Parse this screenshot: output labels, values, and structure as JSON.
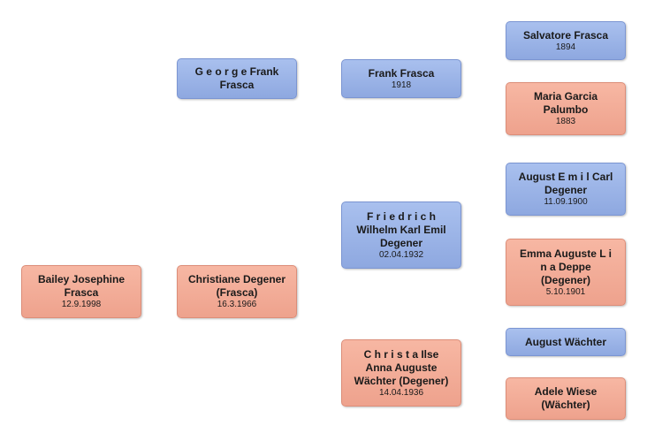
{
  "colors": {
    "male": "#98b1e6",
    "female": "#f2ab96"
  },
  "nodes": [
    {
      "id": "bailey",
      "name": "Bailey Josephine\nFrasca",
      "date": "12.9.1998",
      "sex": "female"
    },
    {
      "id": "christiane",
      "name": "Christiane Degener\n(Frasca)",
      "date": "16.3.1966",
      "sex": "female"
    },
    {
      "id": "george",
      "name": "G e o r g e Frank\nFrasca",
      "date": "",
      "sex": "male"
    },
    {
      "id": "frank",
      "name": "Frank Frasca",
      "date": "1918",
      "sex": "male"
    },
    {
      "id": "friedrich",
      "name": "F r i e d r i c h\nWilhelm Karl Emil\nDegener",
      "date": "02.04.1932",
      "sex": "male"
    },
    {
      "id": "christa",
      "name": "C h r i s t a Ilse\nAnna Auguste\nWächter (Degener)",
      "date": "14.04.1936",
      "sex": "female"
    },
    {
      "id": "salvatore",
      "name": "Salvatore Frasca",
      "date": "1894",
      "sex": "male"
    },
    {
      "id": "maria",
      "name": "Maria Garcia\nPalumbo",
      "date": "1883",
      "sex": "female"
    },
    {
      "id": "august-carl",
      "name": "August E m i l Carl\nDegener",
      "date": "11.09.1900",
      "sex": "male"
    },
    {
      "id": "emma",
      "name": "Emma Auguste L i\nn a Deppe\n(Degener)",
      "date": "5.10.1901",
      "sex": "female"
    },
    {
      "id": "august-waechter",
      "name": "August Wächter",
      "date": "",
      "sex": "male"
    },
    {
      "id": "adele",
      "name": "Adele Wiese\n(Wächter)",
      "date": "",
      "sex": "female"
    }
  ]
}
